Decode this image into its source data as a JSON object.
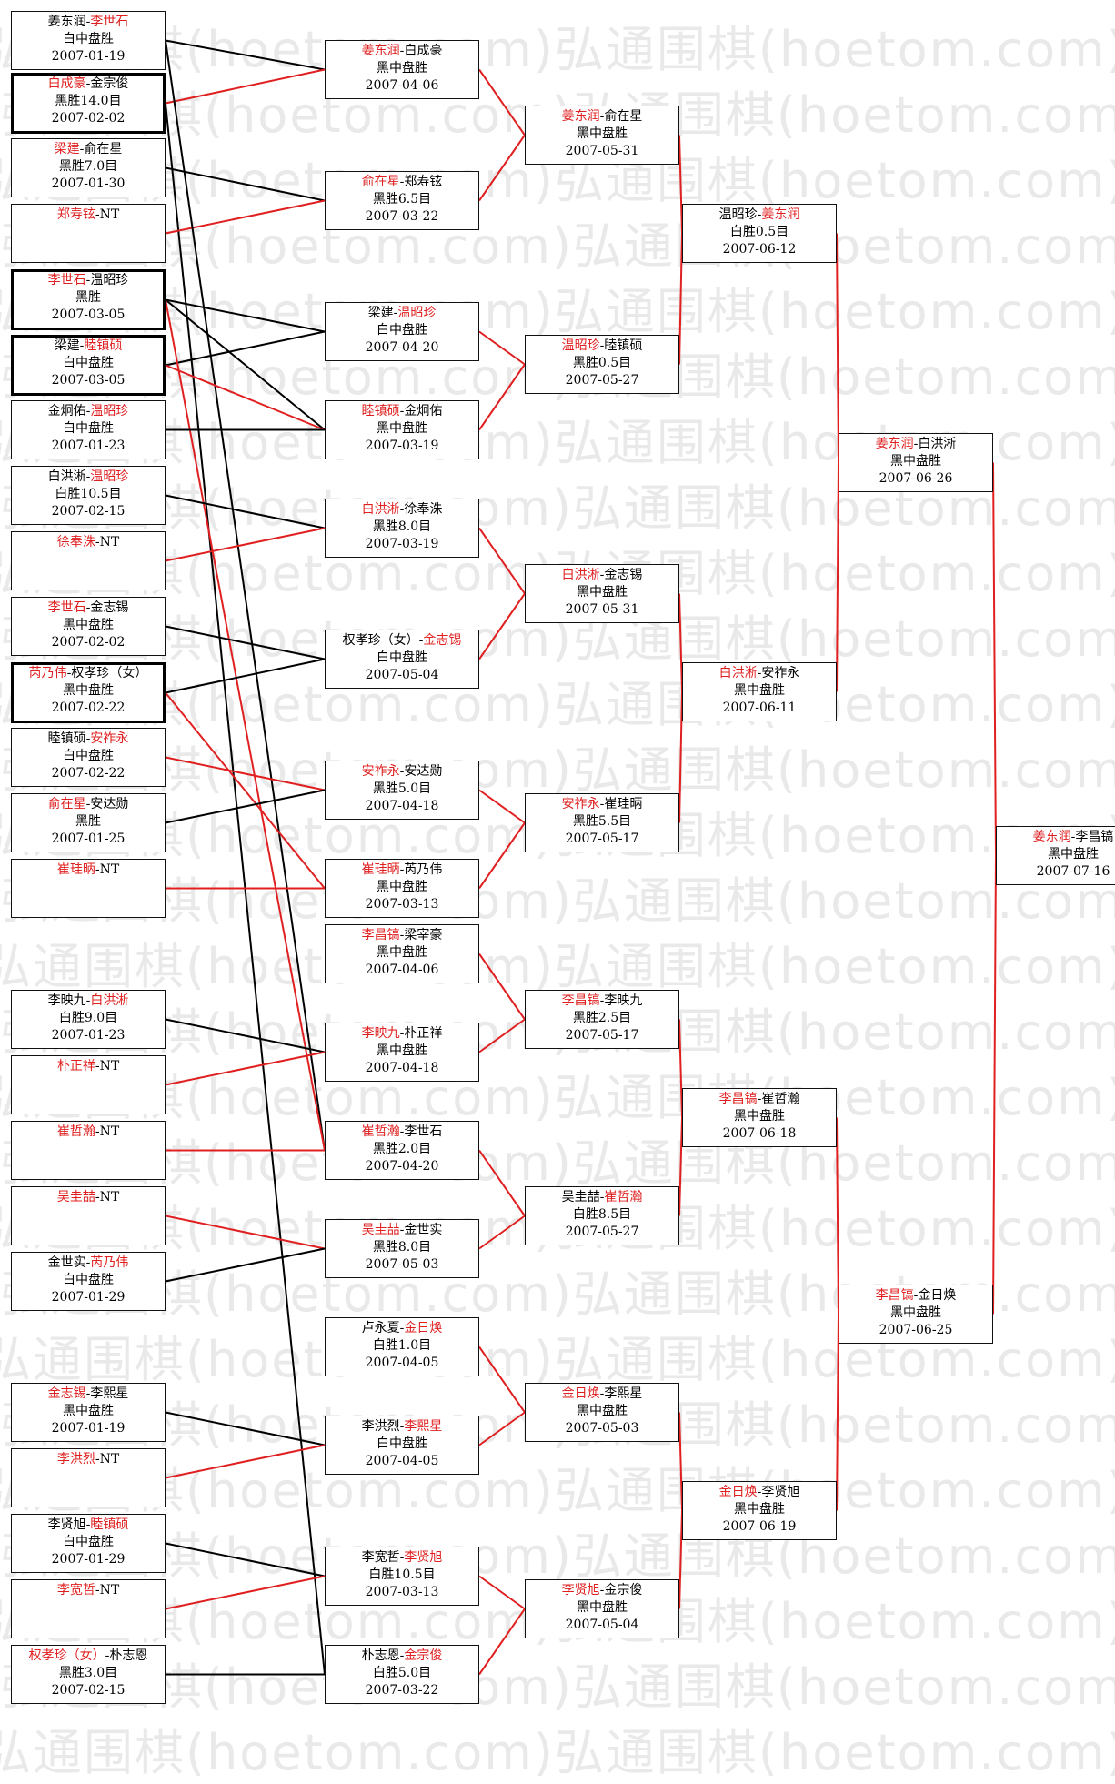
{
  "watermark": "弘通围棋(hoetom.com)",
  "colors": {
    "winner": "#e02020",
    "loser_text": "#000000",
    "win_link": "#e02020",
    "lose_link": "#000000"
  },
  "matches": [
    {
      "id": "r1_01",
      "p1": "姜东润",
      "p2": "李世石",
      "winner": 2,
      "result": "白中盘胜",
      "date": "2007-01-19"
    },
    {
      "id": "r1_02",
      "p1": "白成豪",
      "p2": "金宗俊",
      "winner": 1,
      "result": "黑胜14.0目",
      "date": "2007-02-02"
    },
    {
      "id": "r1_03",
      "p1": "梁建",
      "p2": "俞在星",
      "winner": 1,
      "result": "黑胜7.0目",
      "date": "2007-01-30"
    },
    {
      "id": "r1_04",
      "p1": "郑寿铉",
      "p2": "NT",
      "winner": 1,
      "result": "",
      "date": ""
    },
    {
      "id": "r1_05",
      "p1": "李世石",
      "p2": "温昭珍",
      "winner": 1,
      "result": "黑胜",
      "date": "2007-03-05"
    },
    {
      "id": "r1_06",
      "p1": "梁建",
      "p2": "睦镇硕",
      "winner": 2,
      "result": "白中盘胜",
      "date": "2007-03-05"
    },
    {
      "id": "r1_07",
      "p1": "金炯佑",
      "p2": "温昭珍",
      "winner": 2,
      "result": "白中盘胜",
      "date": "2007-01-23"
    },
    {
      "id": "r1_08",
      "p1": "白洪淅",
      "p2": "温昭珍",
      "winner": 2,
      "result": "白胜10.5目",
      "date": "2007-02-15"
    },
    {
      "id": "r1_09",
      "p1": "徐奉洙",
      "p2": "NT",
      "winner": 1,
      "result": "",
      "date": ""
    },
    {
      "id": "r1_10",
      "p1": "李世石",
      "p2": "金志锡",
      "winner": 1,
      "result": "黑中盘胜",
      "date": "2007-02-02"
    },
    {
      "id": "r1_11",
      "p1": "芮乃伟",
      "p2": "权孝珍（女）",
      "winner": 1,
      "result": "黑中盘胜",
      "date": "2007-02-22"
    },
    {
      "id": "r1_12",
      "p1": "睦镇硕",
      "p2": "安祚永",
      "winner": 2,
      "result": "白中盘胜",
      "date": "2007-02-22"
    },
    {
      "id": "r1_13",
      "p1": "俞在星",
      "p2": "安达勋",
      "winner": 1,
      "result": "黑胜",
      "date": "2007-01-25"
    },
    {
      "id": "r1_14",
      "p1": "崔珪昞",
      "p2": "NT",
      "winner": 1,
      "result": "",
      "date": ""
    },
    {
      "id": "r1_15",
      "p1": "李映九",
      "p2": "白洪淅",
      "winner": 2,
      "result": "白胜9.0目",
      "date": "2007-01-23"
    },
    {
      "id": "r1_16",
      "p1": "朴正祥",
      "p2": "NT",
      "winner": 1,
      "result": "",
      "date": ""
    },
    {
      "id": "r1_17",
      "p1": "崔哲瀚",
      "p2": "NT",
      "winner": 1,
      "result": "",
      "date": ""
    },
    {
      "id": "r1_18",
      "p1": "吴圭喆",
      "p2": "NT",
      "winner": 1,
      "result": "",
      "date": ""
    },
    {
      "id": "r1_19",
      "p1": "金世实",
      "p2": "芮乃伟",
      "winner": 2,
      "result": "白中盘胜",
      "date": "2007-01-29"
    },
    {
      "id": "r1_20",
      "p1": "金志锡",
      "p2": "李熙星",
      "winner": 1,
      "result": "黑中盘胜",
      "date": "2007-01-19"
    },
    {
      "id": "r1_21",
      "p1": "李洪烈",
      "p2": "NT",
      "winner": 1,
      "result": "",
      "date": ""
    },
    {
      "id": "r1_22",
      "p1": "李贤旭",
      "p2": "睦镇硕",
      "winner": 2,
      "result": "白中盘胜",
      "date": "2007-01-29"
    },
    {
      "id": "r1_23",
      "p1": "李宽哲",
      "p2": "NT",
      "winner": 1,
      "result": "",
      "date": ""
    },
    {
      "id": "r1_24",
      "p1": "权孝珍（女）",
      "p2": "朴志恩",
      "winner": 1,
      "result": "黑胜3.0目",
      "date": "2007-02-15"
    },
    {
      "id": "r2_01",
      "p1": "姜东润",
      "p2": "白成豪",
      "winner": 1,
      "result": "黑中盘胜",
      "date": "2007-04-06"
    },
    {
      "id": "r2_02",
      "p1": "俞在星",
      "p2": "郑寿铉",
      "winner": 1,
      "result": "黑胜6.5目",
      "date": "2007-03-22"
    },
    {
      "id": "r2_03",
      "p1": "梁建",
      "p2": "温昭珍",
      "winner": 2,
      "result": "白中盘胜",
      "date": "2007-04-20"
    },
    {
      "id": "r2_04",
      "p1": "睦镇硕",
      "p2": "金炯佑",
      "winner": 1,
      "result": "黑中盘胜",
      "date": "2007-03-19"
    },
    {
      "id": "r2_05",
      "p1": "白洪淅",
      "p2": "徐奉洙",
      "winner": 1,
      "result": "黑胜8.0目",
      "date": "2007-03-19"
    },
    {
      "id": "r2_06",
      "p1": "权孝珍（女）",
      "p2": "金志锡",
      "winner": 2,
      "result": "白中盘胜",
      "date": "2007-05-04"
    },
    {
      "id": "r2_07",
      "p1": "安祚永",
      "p2": "安达勋",
      "winner": 1,
      "result": "黑胜5.0目",
      "date": "2007-04-18"
    },
    {
      "id": "r2_08",
      "p1": "崔珪昞",
      "p2": "芮乃伟",
      "winner": 1,
      "result": "黑中盘胜",
      "date": "2007-03-13"
    },
    {
      "id": "r2_09",
      "p1": "李昌镐",
      "p2": "梁宰豪",
      "winner": 1,
      "result": "黑中盘胜",
      "date": "2007-04-06"
    },
    {
      "id": "r2_10",
      "p1": "李映九",
      "p2": "朴正祥",
      "winner": 1,
      "result": "黑中盘胜",
      "date": "2007-04-18"
    },
    {
      "id": "r2_11",
      "p1": "崔哲瀚",
      "p2": "李世石",
      "winner": 1,
      "result": "黑胜2.0目",
      "date": "2007-04-20"
    },
    {
      "id": "r2_12",
      "p1": "吴圭喆",
      "p2": "金世实",
      "winner": 1,
      "result": "黑胜8.0目",
      "date": "2007-05-03"
    },
    {
      "id": "r2_13",
      "p1": "卢永夏",
      "p2": "金日焕",
      "winner": 2,
      "result": "白胜1.0目",
      "date": "2007-04-05"
    },
    {
      "id": "r2_14",
      "p1": "李洪烈",
      "p2": "李熙星",
      "winner": 2,
      "result": "白中盘胜",
      "date": "2007-04-05"
    },
    {
      "id": "r2_15",
      "p1": "李宽哲",
      "p2": "李贤旭",
      "winner": 2,
      "result": "白胜10.5目",
      "date": "2007-03-13"
    },
    {
      "id": "r2_16",
      "p1": "朴志恩",
      "p2": "金宗俊",
      "winner": 2,
      "result": "白胜5.0目",
      "date": "2007-03-22"
    },
    {
      "id": "r3_1",
      "p1": "姜东润",
      "p2": "俞在星",
      "winner": 1,
      "result": "黑中盘胜",
      "date": "2007-05-31"
    },
    {
      "id": "r3_2",
      "p1": "温昭珍",
      "p2": "睦镇硕",
      "winner": 1,
      "result": "黑胜0.5目",
      "date": "2007-05-27"
    },
    {
      "id": "r3_3",
      "p1": "白洪淅",
      "p2": "金志锡",
      "winner": 1,
      "result": "黑中盘胜",
      "date": "2007-05-31"
    },
    {
      "id": "r3_4",
      "p1": "安祚永",
      "p2": "崔珪昞",
      "winner": 1,
      "result": "黑胜5.5目",
      "date": "2007-05-17"
    },
    {
      "id": "r3_5",
      "p1": "李昌镐",
      "p2": "李映九",
      "winner": 1,
      "result": "黑胜2.5目",
      "date": "2007-05-17"
    },
    {
      "id": "r3_6",
      "p1": "吴圭喆",
      "p2": "崔哲瀚",
      "winner": 2,
      "result": "白胜8.5目",
      "date": "2007-05-27"
    },
    {
      "id": "r3_7",
      "p1": "金日焕",
      "p2": "李熙星",
      "winner": 1,
      "result": "黑中盘胜",
      "date": "2007-05-03"
    },
    {
      "id": "r3_8",
      "p1": "李贤旭",
      "p2": "金宗俊",
      "winner": 1,
      "result": "黑中盘胜",
      "date": "2007-05-04"
    },
    {
      "id": "r4_1",
      "p1": "温昭珍",
      "p2": "姜东润",
      "winner": 2,
      "result": "白胜0.5目",
      "date": "2007-06-12"
    },
    {
      "id": "r4_2",
      "p1": "白洪淅",
      "p2": "安祚永",
      "winner": 1,
      "result": "黑中盘胜",
      "date": "2007-06-11"
    },
    {
      "id": "r4_3",
      "p1": "李昌镐",
      "p2": "崔哲瀚",
      "winner": 1,
      "result": "黑中盘胜",
      "date": "2007-06-18"
    },
    {
      "id": "r4_4",
      "p1": "金日焕",
      "p2": "李贤旭",
      "winner": 1,
      "result": "黑中盘胜",
      "date": "2007-06-19"
    },
    {
      "id": "r5_1",
      "p1": "姜东润",
      "p2": "白洪淅",
      "winner": 1,
      "result": "黑中盘胜",
      "date": "2007-06-26"
    },
    {
      "id": "r5_2",
      "p1": "李昌镐",
      "p2": "金日焕",
      "winner": 1,
      "result": "黑中盘胜",
      "date": "2007-06-25"
    },
    {
      "id": "r6_1",
      "p1": "姜东润",
      "p2": "李昌镐",
      "winner": 1,
      "result": "黑中盘胜",
      "date": "2007-07-16"
    }
  ],
  "links": [
    {
      "from": "r1_01",
      "to": "r2_01",
      "win": false
    },
    {
      "from": "r1_02",
      "to": "r2_01",
      "win": true
    },
    {
      "from": "r1_02",
      "to": "r2_16",
      "win": false
    },
    {
      "from": "r1_03",
      "to": "r2_02",
      "win": false
    },
    {
      "from": "r1_04",
      "to": "r2_02",
      "win": true
    },
    {
      "from": "r1_01",
      "to": "r2_11",
      "win": false
    },
    {
      "from": "r1_05",
      "to": "r2_03",
      "win": false
    },
    {
      "from": "r1_06",
      "to": "r2_03",
      "win": false
    },
    {
      "from": "r1_05",
      "to": "r2_04",
      "win": false
    },
    {
      "from": "r1_06",
      "to": "r2_04",
      "win": true
    },
    {
      "from": "r1_05",
      "to": "r2_11",
      "win": true
    },
    {
      "from": "r1_07",
      "to": "r2_04",
      "win": false
    },
    {
      "from": "r1_08",
      "to": "r2_05",
      "win": false
    },
    {
      "from": "r1_09",
      "to": "r2_05",
      "win": true
    },
    {
      "from": "r1_10",
      "to": "r2_06",
      "win": false
    },
    {
      "from": "r1_11",
      "to": "r2_06",
      "win": false
    },
    {
      "from": "r1_11",
      "to": "r2_08",
      "win": true
    },
    {
      "from": "r1_12",
      "to": "r2_07",
      "win": true
    },
    {
      "from": "r1_13",
      "to": "r2_07",
      "win": false
    },
    {
      "from": "r1_14",
      "to": "r2_08",
      "win": true
    },
    {
      "from": "r1_15",
      "to": "r2_10",
      "win": false
    },
    {
      "from": "r1_16",
      "to": "r2_10",
      "win": true
    },
    {
      "from": "r1_17",
      "to": "r2_11",
      "win": true
    },
    {
      "from": "r1_18",
      "to": "r2_12",
      "win": true
    },
    {
      "from": "r1_19",
      "to": "r2_12",
      "win": false
    },
    {
      "from": "r1_20",
      "to": "r2_14",
      "win": false
    },
    {
      "from": "r1_21",
      "to": "r2_14",
      "win": true
    },
    {
      "from": "r1_22",
      "to": "r2_15",
      "win": false
    },
    {
      "from": "r1_23",
      "to": "r2_15",
      "win": true
    },
    {
      "from": "r1_24",
      "to": "r2_16",
      "win": false
    },
    {
      "from": "r2_01",
      "to": "r3_1",
      "win": true
    },
    {
      "from": "r2_02",
      "to": "r3_1",
      "win": true
    },
    {
      "from": "r2_03",
      "to": "r3_2",
      "win": true
    },
    {
      "from": "r2_04",
      "to": "r3_2",
      "win": true
    },
    {
      "from": "r2_05",
      "to": "r3_3",
      "win": true
    },
    {
      "from": "r2_06",
      "to": "r3_3",
      "win": true
    },
    {
      "from": "r2_07",
      "to": "r3_4",
      "win": true
    },
    {
      "from": "r2_08",
      "to": "r3_4",
      "win": true
    },
    {
      "from": "r2_09",
      "to": "r3_5",
      "win": true
    },
    {
      "from": "r2_10",
      "to": "r3_5",
      "win": true
    },
    {
      "from": "r2_11",
      "to": "r3_6",
      "win": true
    },
    {
      "from": "r2_12",
      "to": "r3_6",
      "win": true
    },
    {
      "from": "r2_13",
      "to": "r3_7",
      "win": true
    },
    {
      "from": "r2_14",
      "to": "r3_7",
      "win": true
    },
    {
      "from": "r2_15",
      "to": "r3_8",
      "win": true
    },
    {
      "from": "r2_16",
      "to": "r3_8",
      "win": true
    },
    {
      "from": "r3_1",
      "to": "r4_1",
      "win": true
    },
    {
      "from": "r3_2",
      "to": "r4_1",
      "win": true
    },
    {
      "from": "r3_3",
      "to": "r4_2",
      "win": true
    },
    {
      "from": "r3_4",
      "to": "r4_2",
      "win": true
    },
    {
      "from": "r3_5",
      "to": "r4_3",
      "win": true
    },
    {
      "from": "r3_6",
      "to": "r4_3",
      "win": true
    },
    {
      "from": "r3_7",
      "to": "r4_4",
      "win": true
    },
    {
      "from": "r3_8",
      "to": "r4_4",
      "win": true
    },
    {
      "from": "r4_1",
      "to": "r5_1",
      "win": true
    },
    {
      "from": "r4_2",
      "to": "r5_1",
      "win": true
    },
    {
      "from": "r4_3",
      "to": "r5_2",
      "win": true
    },
    {
      "from": "r4_4",
      "to": "r5_2",
      "win": true
    },
    {
      "from": "r5_1",
      "to": "r6_1",
      "win": true
    },
    {
      "from": "r5_2",
      "to": "r6_1",
      "win": true
    }
  ]
}
